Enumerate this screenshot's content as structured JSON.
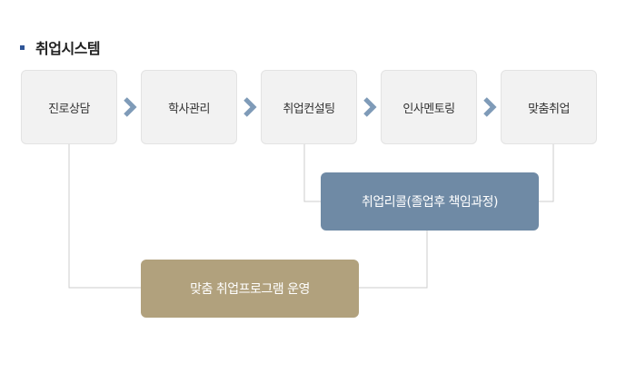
{
  "title": "취업시스템",
  "steps": [
    "진로상담",
    "학사관리",
    "취업컨설팅",
    "인사멘토링",
    "맞춤취업"
  ],
  "recall_program": "취업리콜(졸업후 책임과정)",
  "custom_program": "맞춤 취업프로그램 운영",
  "colors": {
    "bullet": "#2f5597",
    "chevron": "#7f9bb8",
    "connector": "#cccccc",
    "recall_pill": "#6f8aa5",
    "custom_pill": "#b1a17d",
    "step_bg": "#f2f2f2"
  }
}
